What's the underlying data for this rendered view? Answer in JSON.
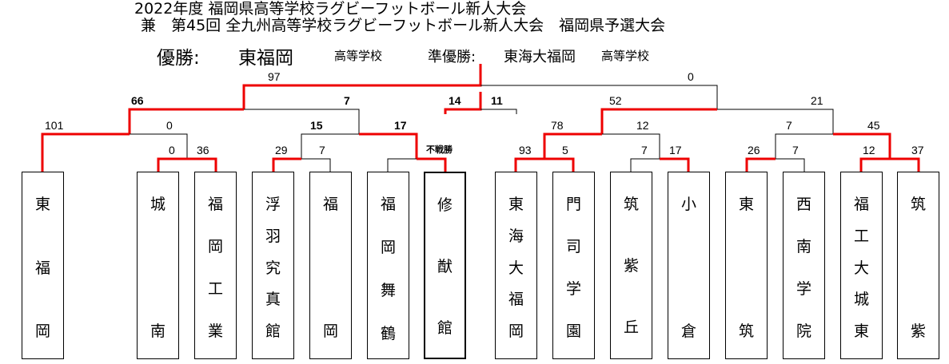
{
  "header": {
    "title_line1": "2022年度 福岡県高等学校ラグビーフットボール新人大会",
    "title_line2": "兼　第45回 全九州高等学校ラグビーフットボール新人大会　福岡県予選大会",
    "champion_label": "優勝:",
    "champion_name": "東福岡",
    "champion_suffix": "高等学校",
    "runnerup_label": "準優勝:",
    "runnerup_name": "東海大福岡",
    "runnerup_suffix": "高等学校"
  },
  "teams": [
    {
      "name": "東福岡",
      "chars": [
        "東",
        "福",
        "岡"
      ]
    },
    {
      "name": "城南",
      "chars": [
        "城",
        "南"
      ]
    },
    {
      "name": "福岡工業",
      "chars": [
        "福",
        "岡",
        "工",
        "業"
      ]
    },
    {
      "name": "浮羽究真館",
      "chars": [
        "浮",
        "羽",
        "究",
        "真",
        "館"
      ]
    },
    {
      "name": "福岡",
      "chars": [
        "福",
        "岡"
      ]
    },
    {
      "name": "福岡舞鶴",
      "chars": [
        "福",
        "岡",
        "舞",
        "鶴"
      ]
    },
    {
      "name": "修猷館",
      "chars": [
        "修",
        "猷",
        "館"
      ]
    },
    {
      "name": "東海大福岡",
      "chars": [
        "東",
        "海",
        "大",
        "福",
        "岡"
      ]
    },
    {
      "name": "門司学園",
      "chars": [
        "門",
        "司",
        "学",
        "園"
      ]
    },
    {
      "name": "筑紫丘",
      "chars": [
        "筑",
        "紫",
        "丘"
      ]
    },
    {
      "name": "小倉",
      "chars": [
        "小",
        "倉"
      ]
    },
    {
      "name": "東筑",
      "chars": [
        "東",
        "筑"
      ]
    },
    {
      "name": "西南学院",
      "chars": [
        "西",
        "南",
        "学",
        "院"
      ]
    },
    {
      "name": "福工大城東",
      "chars": [
        "福",
        "工",
        "大",
        "城",
        "東"
      ]
    },
    {
      "name": "筑紫",
      "chars": [
        "筑",
        "紫"
      ]
    }
  ],
  "scores": {
    "final": [
      "97",
      "0"
    ],
    "third_place": [
      "14",
      "11"
    ],
    "left_semi": [
      "66",
      "7"
    ],
    "right_semi": [
      "52",
      "21"
    ],
    "left_qf1": [
      "101",
      "0"
    ],
    "left_qf2": [
      "15",
      "17"
    ],
    "right_qf1": [
      "78",
      "12"
    ],
    "right_qf2": [
      "7",
      "45"
    ],
    "r1_jonan_fukuokakogyo": [
      "0",
      "36"
    ],
    "r1_ukiha_fukuoka": [
      "29",
      "7"
    ],
    "r1_maizuru_shuyukan_note": "不戦勝",
    "r1_tokai_moji": [
      "93",
      "5"
    ],
    "r1_chikushigaoka_kokura": [
      "7",
      "17"
    ],
    "r1_tochiku_seinan": [
      "26",
      "7"
    ],
    "r1_jotou_chikushi": [
      "12",
      "37"
    ]
  },
  "colors": {
    "winner_line": "#ee0000",
    "loser_line": "#000000"
  }
}
